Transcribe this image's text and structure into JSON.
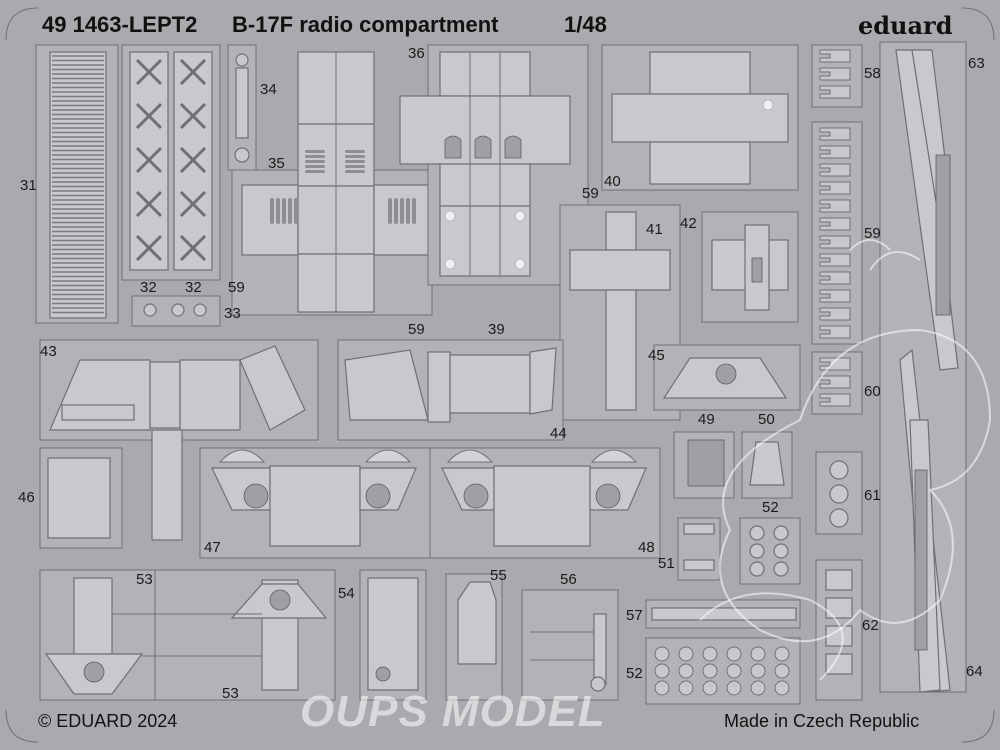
{
  "header": {
    "code": "49 1463-LEPT2",
    "title": "B-17F radio compartment",
    "scale": "1/48",
    "brand": "eduard"
  },
  "footer": {
    "copyright": "© EDUARD 2024",
    "origin": "Made in Czech Republic"
  },
  "watermark": "OUPS MODEL",
  "part_numbers": [
    "31",
    "32",
    "32",
    "33",
    "34",
    "35",
    "36",
    "39",
    "40",
    "41",
    "42",
    "43",
    "44",
    "45",
    "46",
    "47",
    "48",
    "49",
    "50",
    "51",
    "52",
    "52",
    "53",
    "53",
    "54",
    "55",
    "56",
    "57",
    "58",
    "59",
    "59",
    "59",
    "59",
    "60",
    "61",
    "62",
    "63",
    "64"
  ],
  "colors": {
    "fret": "#a9aaad",
    "part": "#c9cacd",
    "outline": "#6b6c70",
    "text": "#111111"
  }
}
